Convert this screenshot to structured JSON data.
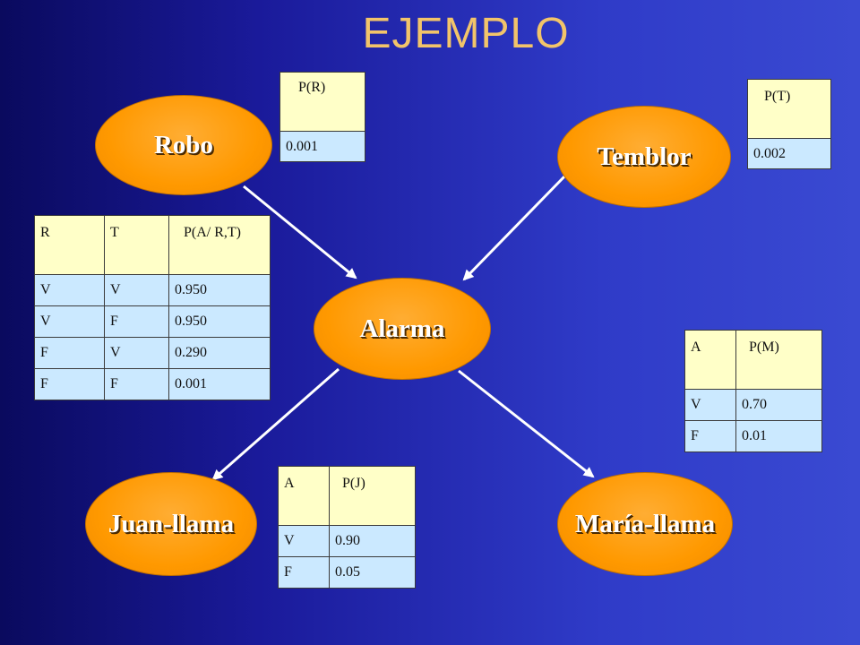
{
  "title": "EJEMPLO",
  "colors": {
    "node_fill": "#ff9900",
    "header_fill": "#ffffc8",
    "row_fill": "#cbe9ff",
    "title": "#f2c46a",
    "arrow": "#ffffff"
  },
  "nodes": {
    "robo": "Robo",
    "temblor": "Temblor",
    "alarma": "Alarma",
    "juan": "Juan-llama",
    "maria": "María-llama"
  },
  "tables": {
    "p_r": {
      "header": "P(R)",
      "value": "0.001"
    },
    "p_t": {
      "header": "P(T)",
      "value": "0.002"
    },
    "p_a": {
      "headers": [
        "R",
        "T",
        "P(A/ R,T)"
      ],
      "rows": [
        [
          "V",
          "V",
          "0.950"
        ],
        [
          "V",
          "F",
          "0.950"
        ],
        [
          "F",
          "V",
          "0.290"
        ],
        [
          "F",
          "F",
          "0.001"
        ]
      ]
    },
    "p_m": {
      "headers": [
        "A",
        "P(M)"
      ],
      "rows": [
        [
          "V",
          "0.70"
        ],
        [
          "F",
          "0.01"
        ]
      ]
    },
    "p_j": {
      "headers": [
        "A",
        "P(J)"
      ],
      "rows": [
        [
          "V",
          "0.90"
        ],
        [
          "F",
          "0.05"
        ]
      ]
    }
  }
}
